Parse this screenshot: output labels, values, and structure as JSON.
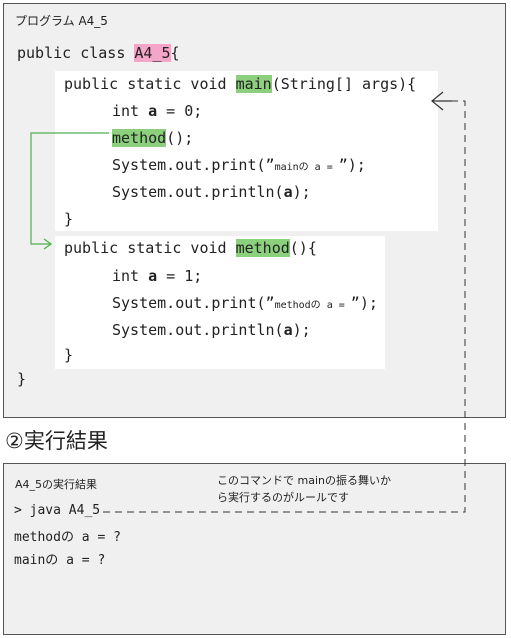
{
  "program": {
    "title": "プログラム A4_5",
    "class_open": {
      "prefix": "public class ",
      "name": "A4_5",
      "brace": "{"
    },
    "main_sig": {
      "prefix": "public static void ",
      "name": "main",
      "suffix": "(String[] args){"
    },
    "main_body": [
      {
        "pre": "int ",
        "var": "a",
        "post": " = 0;"
      },
      {
        "call": "method",
        "post": "();"
      },
      {
        "pre": "System.out.print(”",
        "small": "mainの a = ",
        "post": "”);"
      },
      {
        "pre": "System.out.println(",
        "var": "a",
        "post": ");"
      }
    ],
    "main_close": "}",
    "method_sig": {
      "prefix": "public static void ",
      "name": "method",
      "suffix": "(){"
    },
    "method_body": [
      {
        "pre": "int ",
        "var": "a",
        "post": " = 1;"
      },
      {
        "pre": "System.out.print(”",
        "small": "methodの a = ",
        "post": "”);"
      },
      {
        "pre": "System.out.println(",
        "var": "a",
        "post": ");"
      }
    ],
    "method_close": "}",
    "class_close": "}"
  },
  "result": {
    "heading": "②実行結果",
    "title": "A4_5の実行結果",
    "note": [
      "このコマンドで mainの振る舞いか",
      "ら実行するのがルールです"
    ],
    "command": "> java A4_5",
    "output": [
      "methodの a = ?",
      "mainの a = ?"
    ]
  },
  "colors": {
    "class_highlight": "#f4a6c8",
    "method_highlight": "#8ccf7d",
    "call_arrow": "#4caf50"
  }
}
